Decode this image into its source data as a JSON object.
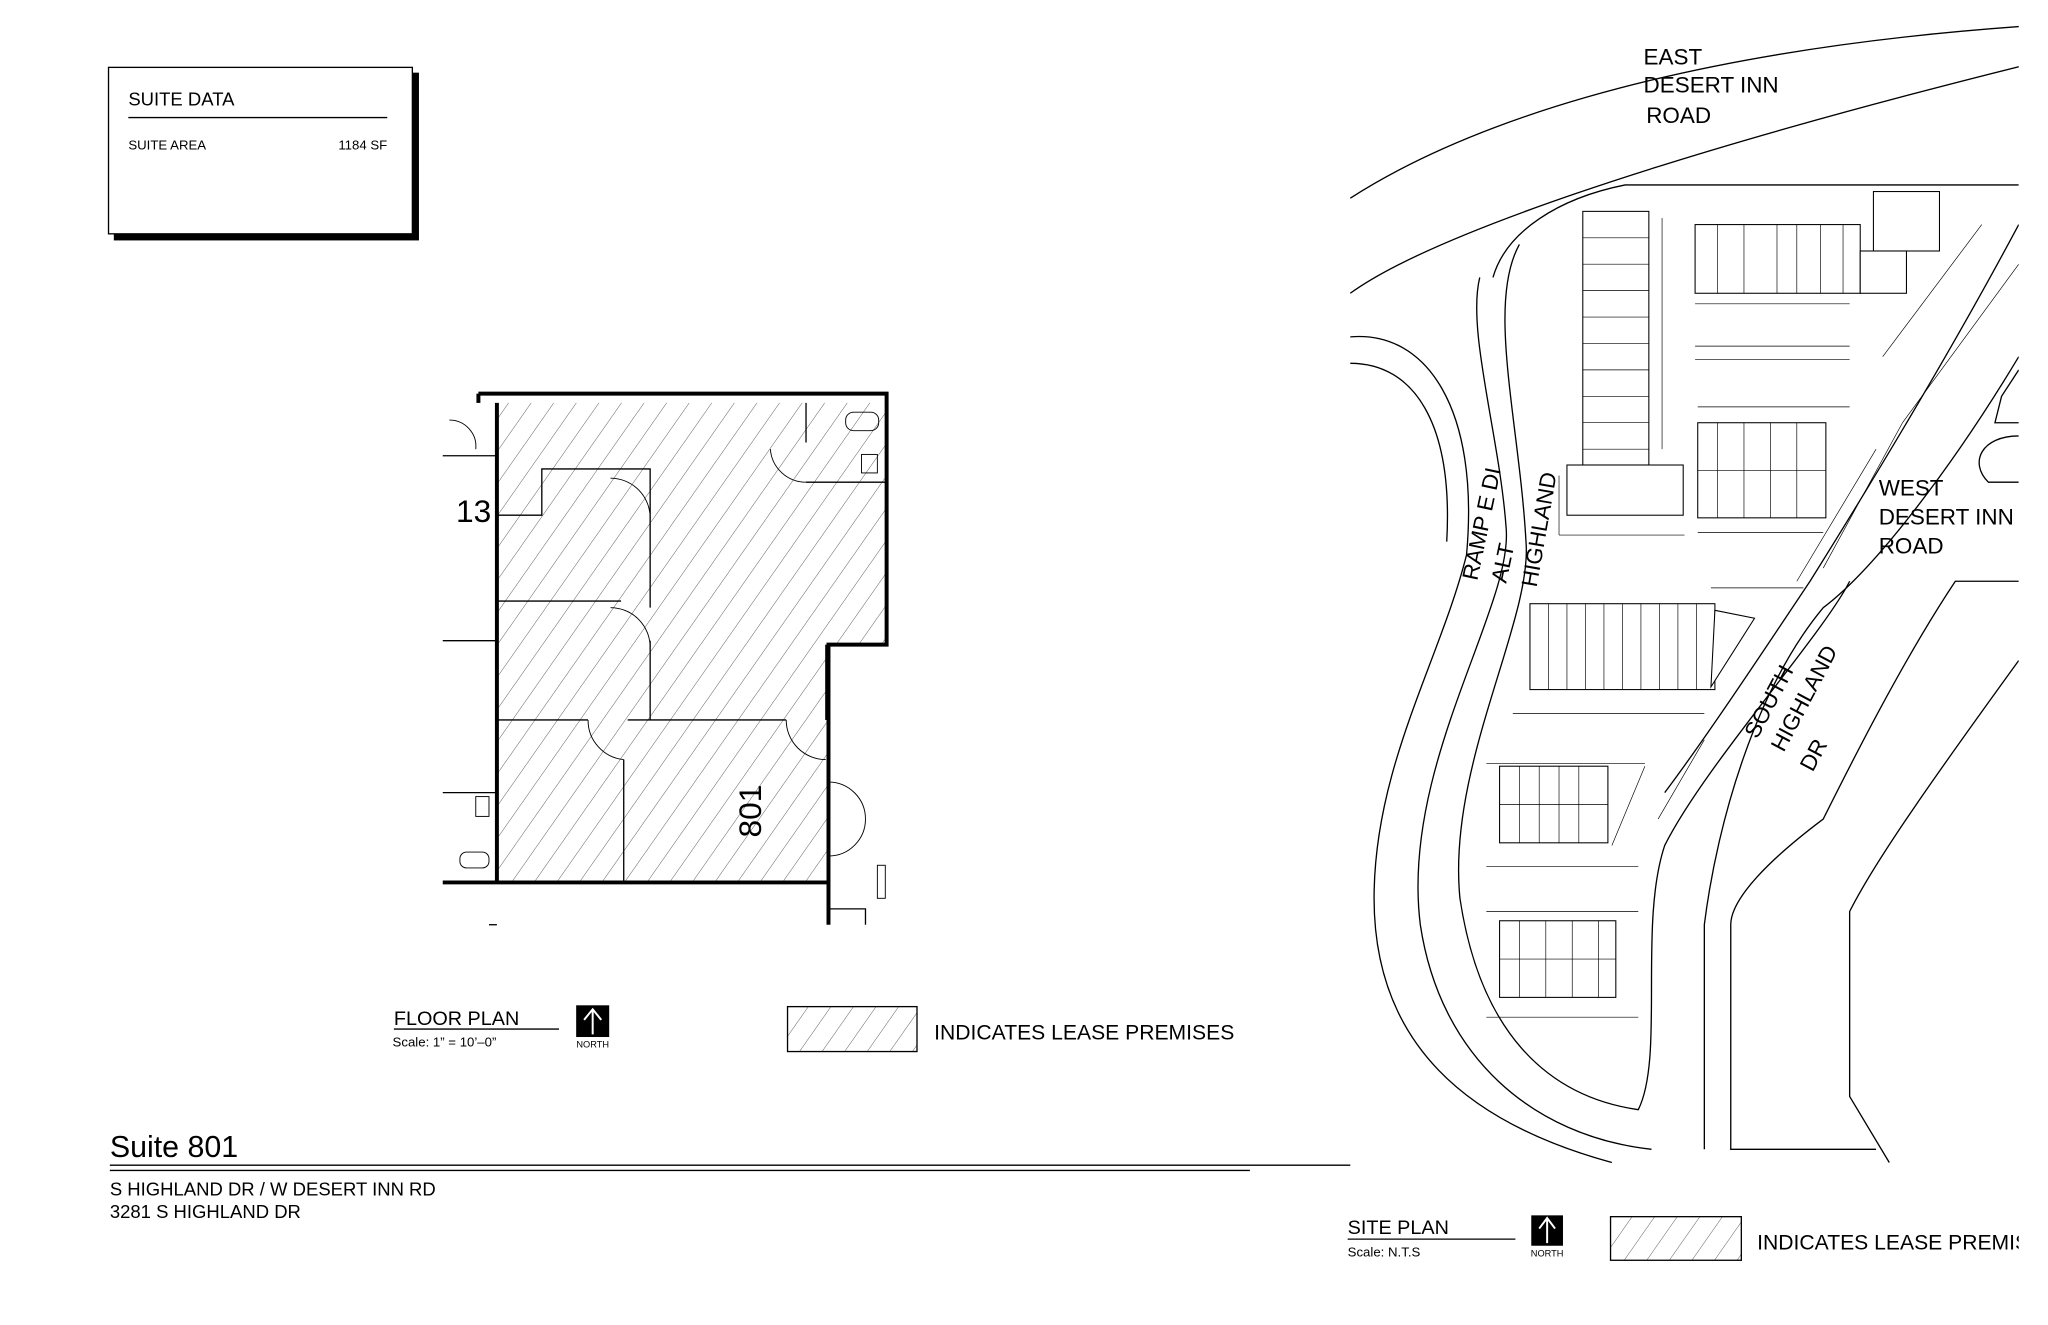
{
  "suite_data": {
    "title": "SUITE DATA",
    "area_label": "SUITE AREA",
    "area_value": "1184 SF"
  },
  "floor_plan": {
    "suite_label": "801",
    "adjacent_label": "13",
    "title": "FLOOR PLAN",
    "scale": "Scale:  1”  =  10’–0”",
    "north_label": "NORTH",
    "legend_text": "INDICATES LEASE PREMISES"
  },
  "title_block": {
    "suite_title": "Suite 801",
    "address_line1": "S HIGHLAND DR / W DESERT INN RD",
    "address_line2": "3281 S HIGHLAND DR"
  },
  "site_plan": {
    "title": "SITE PLAN",
    "scale": "Scale:  N.T.S",
    "north_label": "NORTH",
    "legend_text": "INDICATES LEASE PREMISES",
    "roads": {
      "east_desert_inn": [
        "EAST",
        "DESERT INN",
        "ROAD"
      ],
      "west_desert_inn": [
        "WEST",
        "DESERT INN",
        "ROAD"
      ],
      "ramp": "RAMP E DI",
      "alt": "ALT",
      "highland": "HIGHLAND",
      "south_highland": [
        "SOUTH",
        "HIGHLAND",
        "DR"
      ]
    }
  },
  "colors": {
    "ink": "#000000",
    "background": "#ffffff",
    "hatch": "#555555"
  }
}
